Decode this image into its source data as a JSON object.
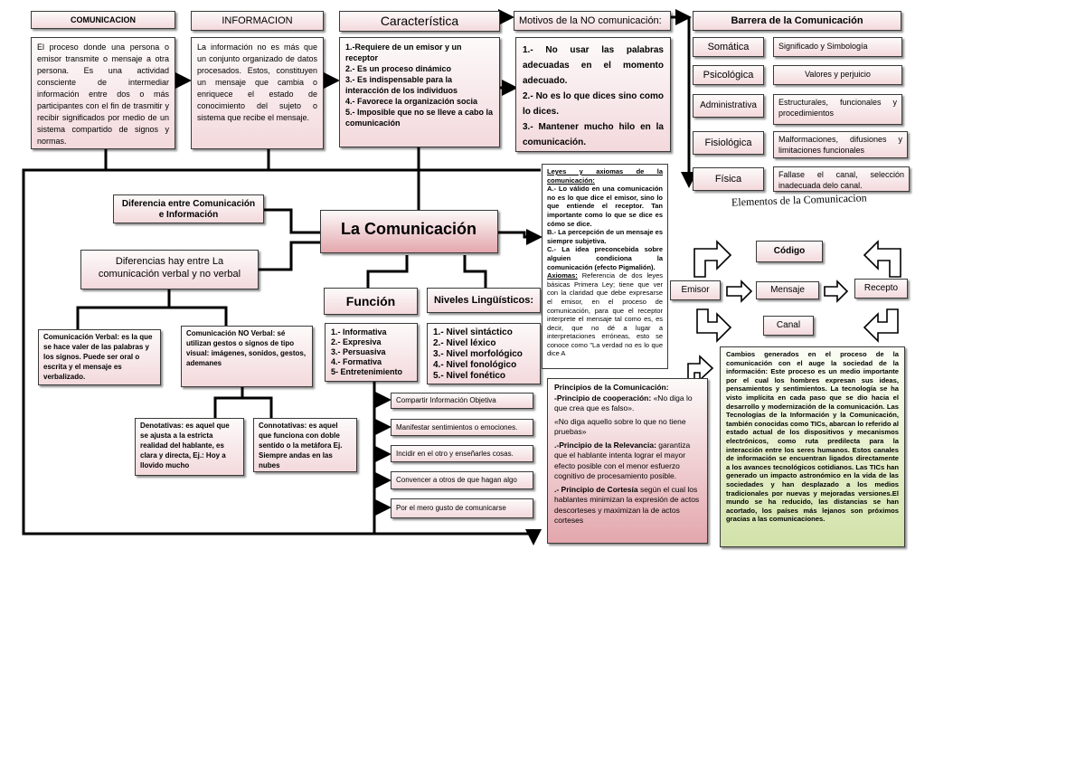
{
  "comunicacion": {
    "header": "COMUNICACION",
    "body": "El proceso donde una persona o emisor transmite o mensaje a otra persona. Es una actividad consciente de intermediar información entre dos o más participantes con el fin de trasmitir y recibir significados por medio de un sistema compartido de signos y normas."
  },
  "informacion": {
    "header": "INFORMACION",
    "body": "La información no es más que un conjunto organizado de datos procesados. Estos, constituyen un mensaje que cambia o enriquece el estado de conocimiento del sujeto o sistema que recibe el mensaje."
  },
  "caracteristica": {
    "header": "Característica",
    "items": [
      "1.-Requiere de un emisor y un receptor",
      "2.- Es un proceso dinámico",
      "3.- Es indispensable para la interacción de los individuos",
      "4.- Favorece la organización socia",
      "5.- Imposible que no se lleve a cabo la comunicación"
    ]
  },
  "motivos": {
    "header": "Motivos de la  NO comunicación:",
    "items": [
      "1.- No usar las palabras adecuadas en el momento adecuado.",
      "2.- No es lo que dices sino como lo dices.",
      "3.- Mantener mucho hilo en la comunicación."
    ]
  },
  "barrera": {
    "header": "Barrera de la Comunicación",
    "rows": [
      {
        "type": "Somática",
        "desc": "Significado y Simbología"
      },
      {
        "type": "Psicológica",
        "desc": "Valores y perjuicio"
      },
      {
        "type": "Administrativa",
        "desc": "Estructurales, funcionales y procedimientos"
      },
      {
        "type": "Fisiológica",
        "desc": "Malformaciones, difusiones y limitaciones funcionales"
      },
      {
        "type": "Física",
        "desc": "Fallase el canal, selección inadecuada delo canal."
      }
    ]
  },
  "elementos": {
    "title": "Elementos de la Comunicacion",
    "codigo": "Código",
    "emisor": "Emisor",
    "mensaje": "Mensaje",
    "receptor": "Recepto",
    "canal": "Canal"
  },
  "main": {
    "title": "La Comunicación",
    "diferencia": "Diferencia entre Comunicación e Información",
    "diferencias_verbal": "Diferencias hay entre La comunicación verbal y no verbal",
    "funcion": "Función",
    "niveles": "Niveles Lingüísticos:"
  },
  "verbal": "Comunicación Verbal: es la que se hace valer de las palabras y los signos. Puede ser oral o escrita y el mensaje es verbalizado.",
  "noverbal": "Comunicación NO Verbal: sé utilizan gestos o signos de tipo visual: imágenes, sonidos, gestos, ademanes",
  "denotativas": "Denotativas: es aquel que se ajusta a la estricta realidad del hablante, es clara y directa, Ej.: Hoy a llovido mucho",
  "connotativas": "Connotativas: es aquel que funciona con doble sentido o la metáfora Ej.  Siempre andas en las nubes",
  "funcion_items": [
    "1.- Informativa",
    "2.- Expresiva",
    "3.- Persuasiva",
    "4.- Formativa",
    "5- Entretenimiento"
  ],
  "niveles_items": [
    "1.- Nivel sintáctico",
    "2.- Nivel léxico",
    "3.- Nivel morfológico",
    "4.- Nivel fonológico",
    "5.- Nivel fonético"
  ],
  "propositos": [
    "Compartir Información Objetiva",
    "Manifestar sentimientos o emociones.",
    "Incidir en el otro y enseñarles cosas.",
    "Convencer a otros de que hagan algo",
    "Por el mero gusto de comunicarse"
  ],
  "leyes": {
    "title": "Leyes y axiomas de la comunicación:",
    "a": "A.- Lo válido en una comunicación no es lo que dice el emisor, sino lo que entiende el receptor. Tan importante como lo que se dice es cómo se dice.",
    "b": "B.- La percepción de un mensaje es siempre subjetiva.",
    "c": "C.- La idea preconcebida sobre alguien condiciona la comunicación (efecto Pigmalión).",
    "axiomas_label": "Axiomas:",
    "axiomas": " Referencia de dos leyes básicas Primera Ley; tiene que ver con la claridad que debe expresarse el emisor, en el proceso de comunicación, para que el receptor interprete el mensaje tal como es, es decir, que no dé a lugar a interpretaciones erróneas, esto se conoce como \"La verdad no es lo que dice A"
  },
  "principios": {
    "title": "Principios de la Comunicación:",
    "coop_label": "-Principio de cooperación:",
    "coop_text": " «No diga lo que crea que es falso».",
    "coop_text2": "«No diga aquello sobre lo que no tiene pruebas»",
    "rel_label": ".-Principio de la Relevancia:",
    "rel_text": " garantiza que el hablante intenta lograr el mayor efecto posible con el menor esfuerzo cognitivo de procesamiento posible.",
    "cort_label": ".- Principio de Cortesía",
    "cort_text": " según el cual los hablantes minimizan la expresión de actos descorteses y maximizan la de actos corteses"
  },
  "cambios": {
    "text": "Cambios generados en el proceso de la comunicación con el auge la sociedad de la información: Este proceso es un medio importante por el cual los hombres expresan sus ideas, pensamientos y sentimientos. La tecnología se ha visto implícita en cada paso que se dio hacia el desarrollo y modernización de la comunicación. Las Tecnologías de la Información y la Comunicación, también conocidas como TICs, abarcan lo referido al estado actual de los dispositivos y mecanismos electrónicos, como ruta predilecta para la interacción entre los seres humanos. Estos canales de información se encuentran ligados directamente a los avances tecnológicos cotidianos. Las TICs han generado un impacto astronómico en la vida de las sociedades y han desplazado a los medios tradicionales por nuevas y mejoradas versiones.El mundo se ha reducido, las distancias se han acortado, los países más lejanos son próximos gracias a las comunicaciones."
  }
}
